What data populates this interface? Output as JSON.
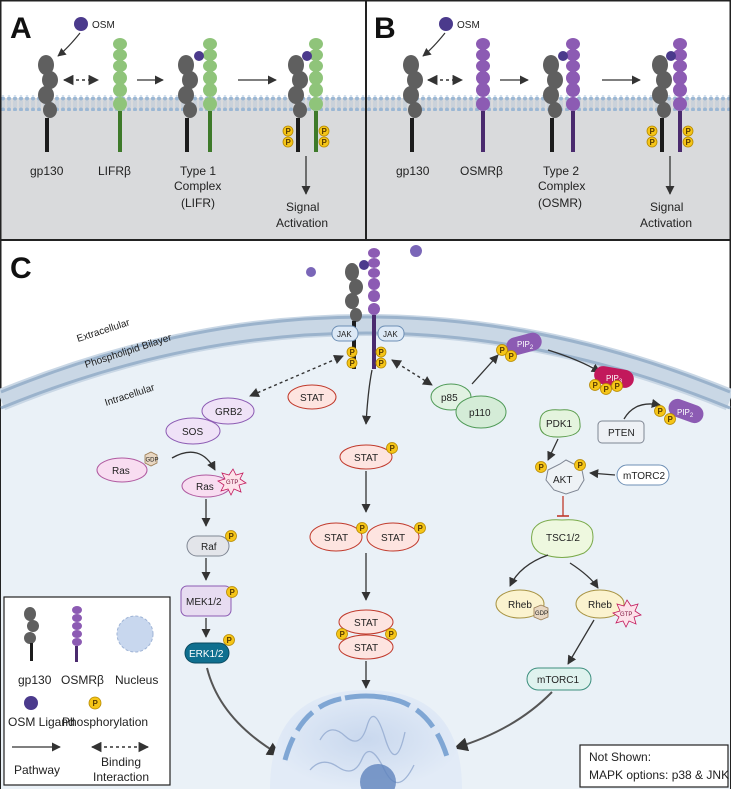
{
  "panels": {
    "a": {
      "letter": "A",
      "ligand": "OSM",
      "gp130": "gp130",
      "receptor": "LIFRβ",
      "complex_line1": "Type 1",
      "complex_line2": "Complex",
      "complex_line3": "(LIFR)",
      "signal_line1": "Signal",
      "signal_line2": "Activation"
    },
    "b": {
      "letter": "B",
      "ligand": "OSM",
      "gp130": "gp130",
      "receptor": "OSMRβ",
      "complex_line1": "Type 2",
      "complex_line2": "Complex",
      "complex_line3": "(OSMR)",
      "signal_line1": "Signal",
      "signal_line2": "Activation"
    },
    "c": {
      "letter": "C"
    }
  },
  "regions": {
    "extracellular": "Extracellular",
    "bilayer": "Phospholipid Bilayer",
    "intracellular": "Intracellular"
  },
  "phospho": "P",
  "nodes": {
    "jak_left": "JAK",
    "jak_right": "JAK",
    "grb2": "GRB2",
    "sos": "SOS",
    "ras_gdp": "Ras",
    "gdp1": "GDP",
    "ras_gtp": "Ras",
    "gtp1": "GTP",
    "raf": "Raf",
    "mek": "MEK1/2",
    "erk": "ERK1/2",
    "stat1": "STAT",
    "stat2": "STAT",
    "stat3a": "STAT",
    "stat3b": "STAT",
    "stat4a": "STAT",
    "stat4b": "STAT",
    "p85": "p85",
    "p110": "p110",
    "pip2": "PIP",
    "pip2_sub": "2",
    "pip3": "PIP",
    "pip3_sub": "3",
    "pip2b": "PIP",
    "pip2b_sub": "2",
    "pdk1": "PDK1",
    "pten": "PTEN",
    "akt": "AKT",
    "mtorc2": "mTORC2",
    "tsc": "TSC1/2",
    "rheb_gdp": "Rheb",
    "gdp2": "GDP",
    "rheb_gtp": "Rheb",
    "gtp2": "GTP",
    "mtorc1": "mTORC1"
  },
  "legend": {
    "gp130": "gp130",
    "osmr": "OSMRβ",
    "nucleus": "Nucleus",
    "ligand": "OSM Ligand",
    "phospho": "Phosphorylation",
    "pathway": "Pathway",
    "binding_line1": "Binding",
    "binding_line2": "Interaction"
  },
  "not_shown": {
    "line1": "Not Shown:",
    "line2": "MAPK options: p38 & JNK"
  },
  "colors": {
    "gp130": "#5f5f5f",
    "lifr": "#8fc47a",
    "osmr": "#8c5bb3",
    "osm": "#4b3a8c",
    "phospho": "#f5c518",
    "membrane_bg": "#d9dadc",
    "cytoplasm": "#eaf1f7",
    "nucleus_edge": "#7fa6d4"
  }
}
